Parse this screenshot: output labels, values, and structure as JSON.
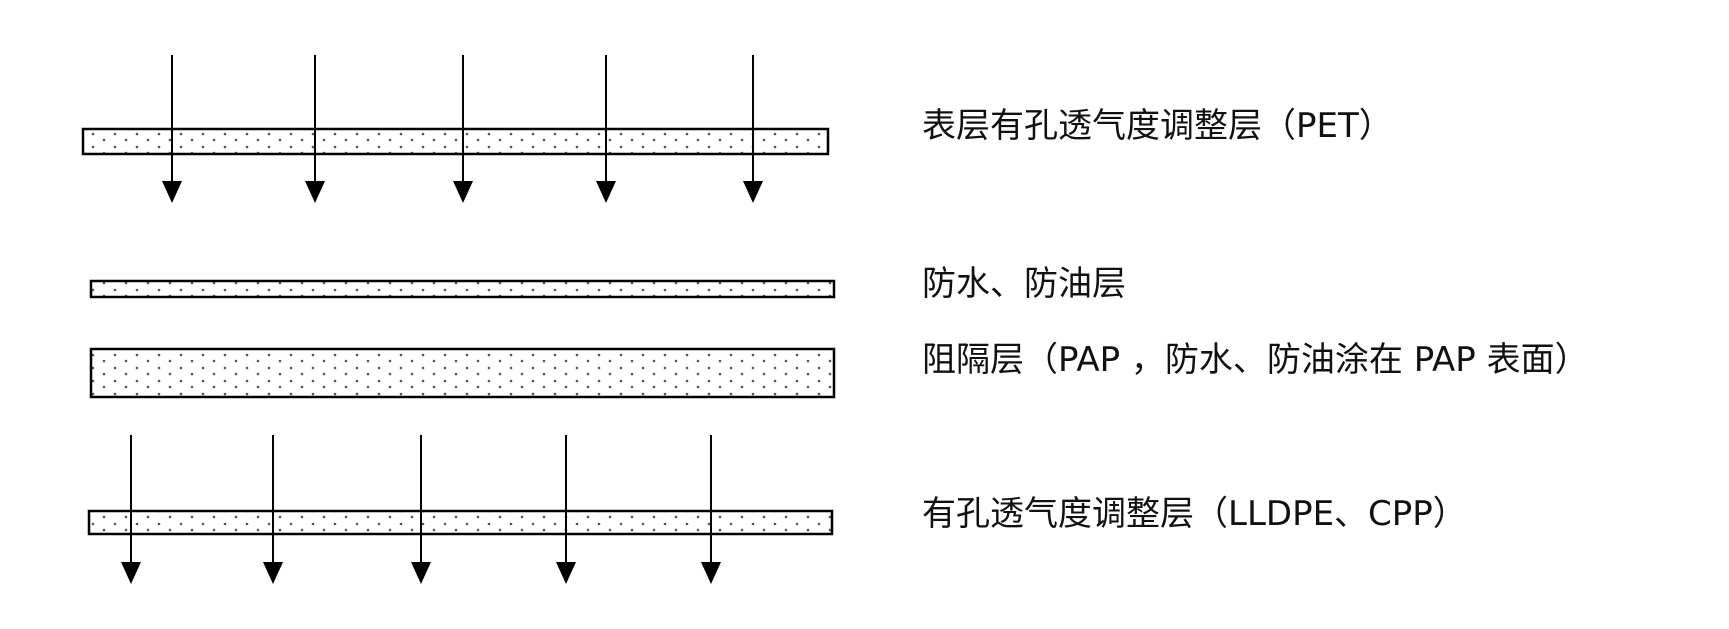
{
  "diagram": {
    "layers": [
      {
        "id": "top-pet",
        "label": "表层有孔透气度调整层（PET）",
        "perforated": true
      },
      {
        "id": "waterproof-oilproof",
        "label": "防水、防油层",
        "perforated": false
      },
      {
        "id": "barrier-pap",
        "label": "阻隔层（PAP ，防水、防油涂在 PAP 表面）",
        "perforated": false
      },
      {
        "id": "bottom-lldpe-cpp",
        "label": "有孔透气度调整层（LLDPE、CPP）",
        "perforated": true
      }
    ],
    "colors": {
      "stroke": "#000000",
      "fill": "#ffffff",
      "dot": "#555555"
    }
  }
}
